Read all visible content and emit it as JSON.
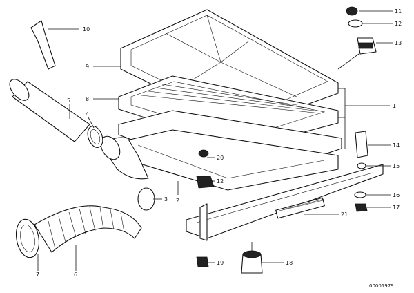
{
  "labels": {
    "l1": "1",
    "l2": "2",
    "l3": "3",
    "l4": "4",
    "l5": "5",
    "l6": "6",
    "l7": "7",
    "l8": "8",
    "l9": "9",
    "l10": "10",
    "l11": "11",
    "l12a": "12",
    "l12b": "12",
    "l13": "13",
    "l14": "14",
    "l15": "15",
    "l16": "16",
    "l17": "17",
    "l18": "18",
    "l19": "19",
    "l20": "20",
    "l21": "21"
  },
  "reference": "00001979"
}
